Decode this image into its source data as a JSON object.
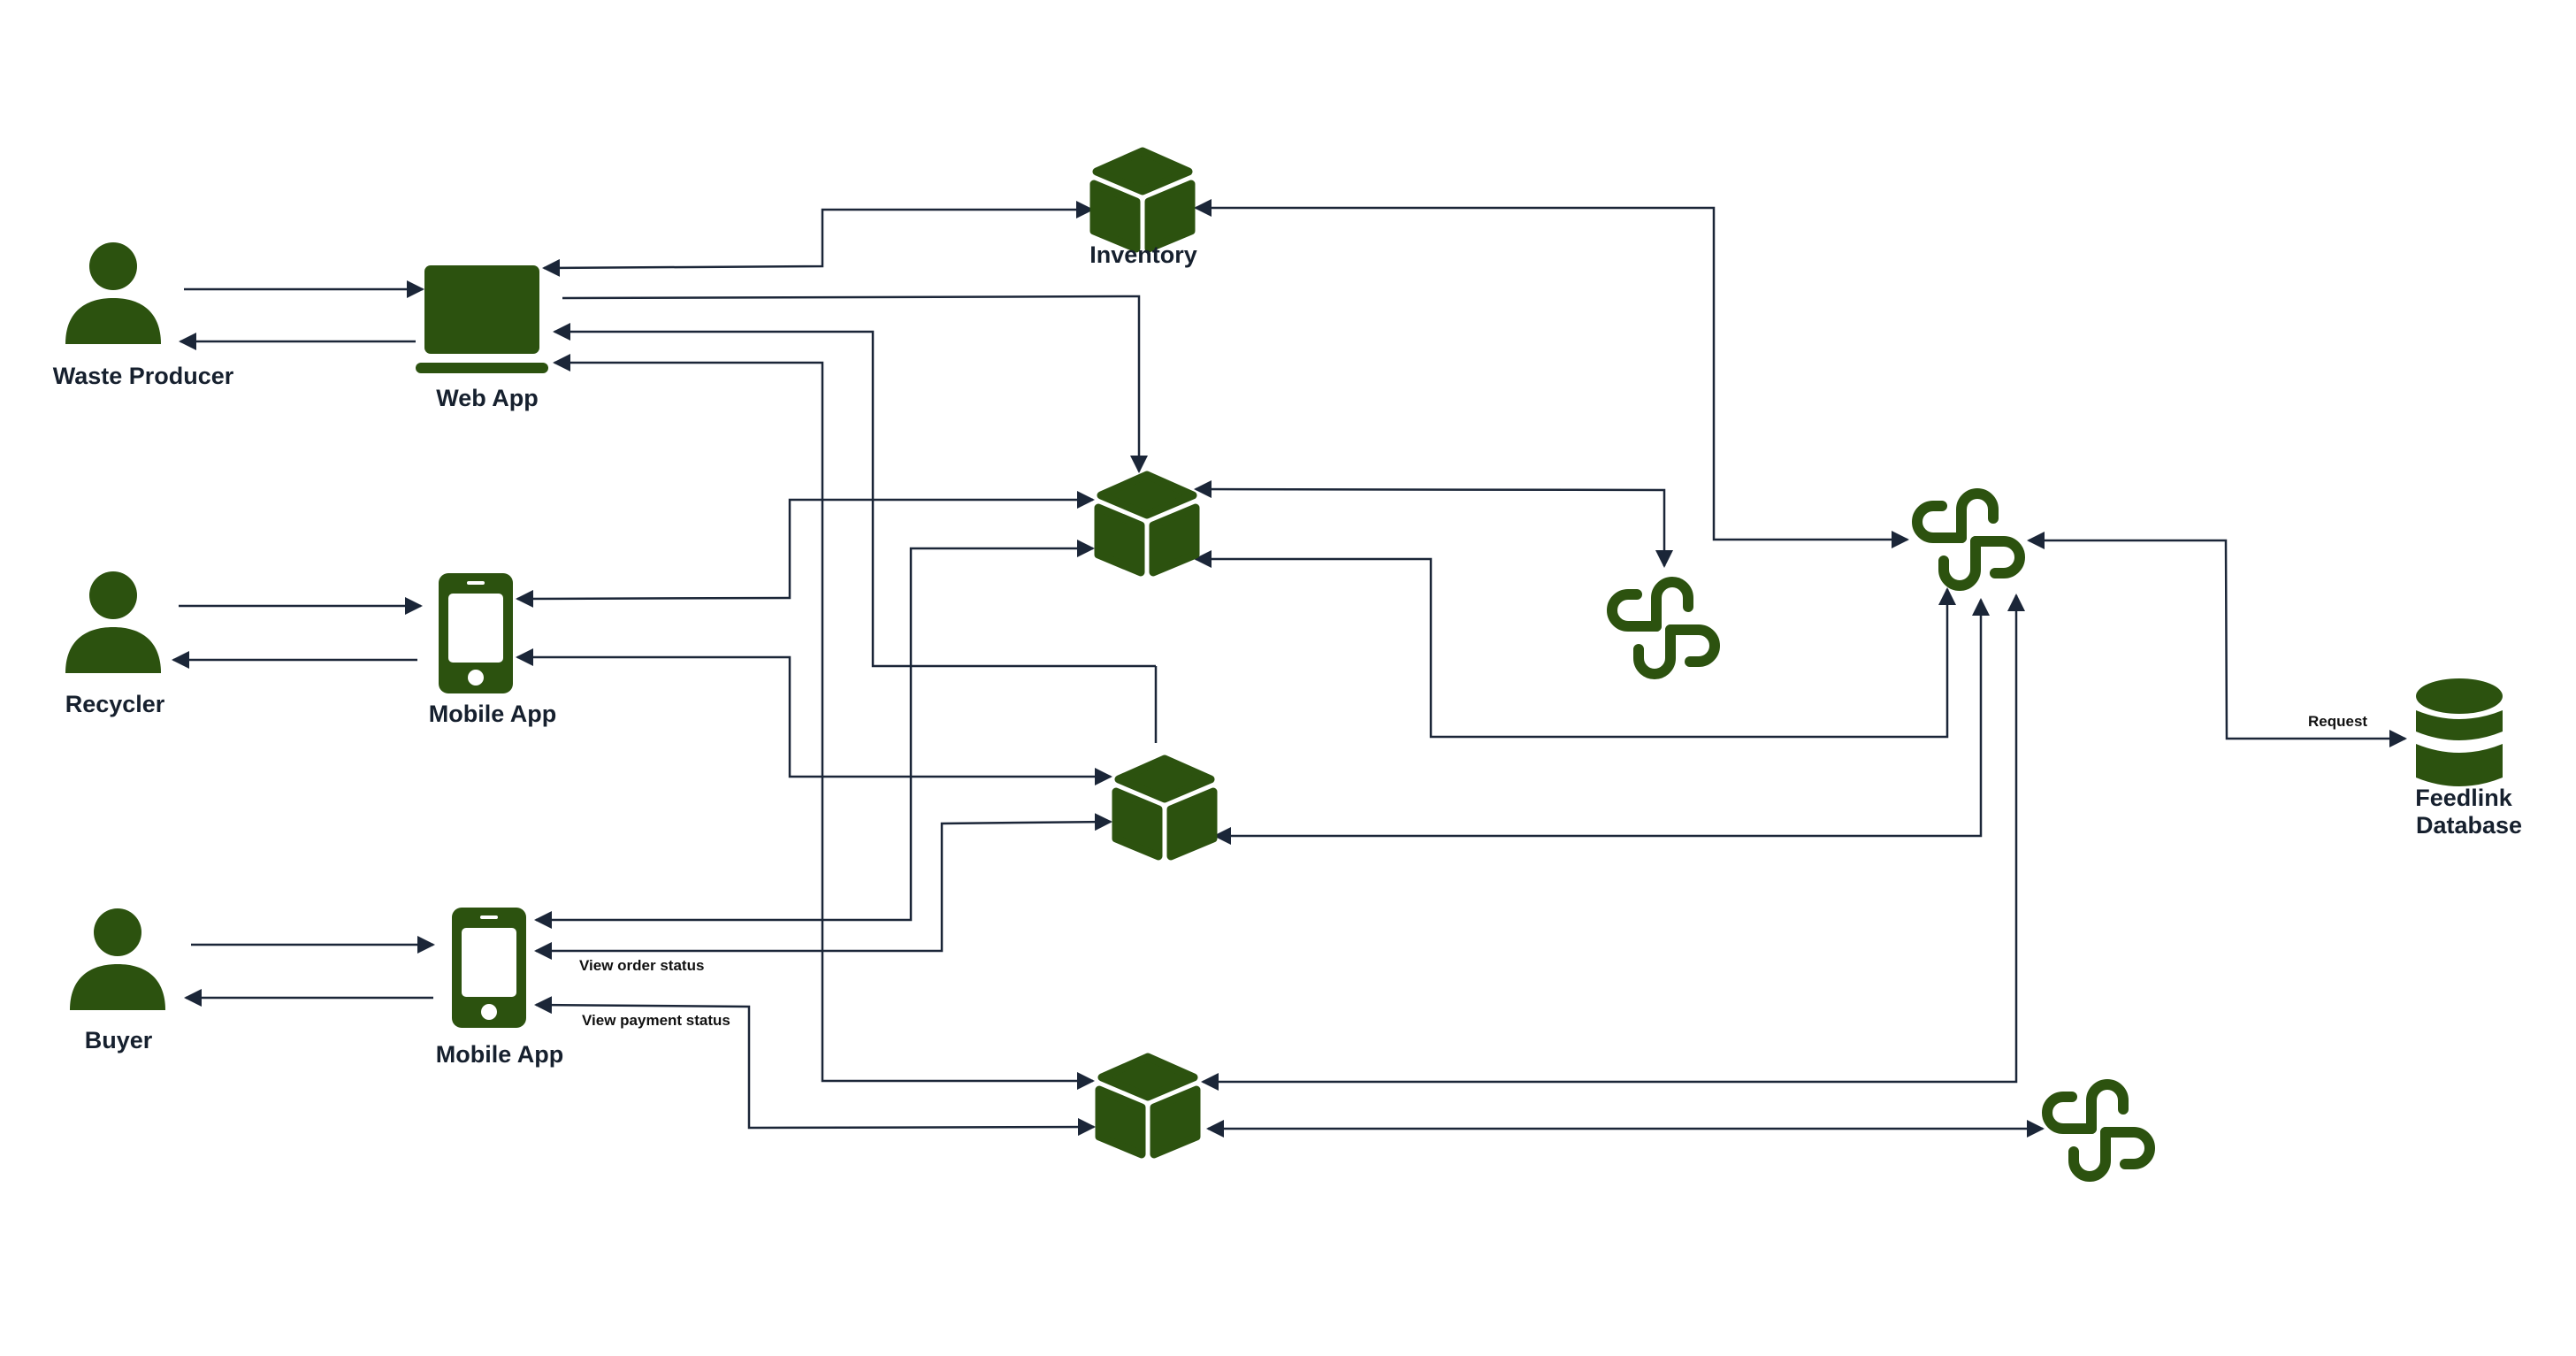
{
  "colors": {
    "icon_green": "#2c520f",
    "arrow": "#1b2638",
    "label": "#16202e",
    "background": "#ffffff"
  },
  "actors": {
    "waste_producer": {
      "label": "Waste Producer",
      "icon": "user-icon"
    },
    "recycler": {
      "label": "Recycler",
      "icon": "user-icon"
    },
    "buyer": {
      "label": "Buyer",
      "icon": "user-icon"
    }
  },
  "clients": {
    "web_app": {
      "label": "Web App",
      "icon": "laptop-icon"
    },
    "recycler_mobile_app": {
      "label": "Mobile App",
      "icon": "smartphone-icon"
    },
    "buyer_mobile_app": {
      "label": "Mobile App",
      "icon": "smartphone-icon"
    }
  },
  "services": {
    "inventory": {
      "label": "Inventory",
      "icon": "cube-icon"
    },
    "service_2": {
      "label": "",
      "icon": "cube-icon"
    },
    "service_3": {
      "label": "",
      "icon": "cube-icon"
    },
    "service_4": {
      "label": "",
      "icon": "cube-icon"
    }
  },
  "connectors": {
    "connector_1": {
      "icon": "link-connector-icon"
    },
    "connector_main": {
      "icon": "link-connector-icon"
    },
    "connector_3": {
      "icon": "link-connector-icon"
    }
  },
  "database": {
    "label_line1": "Feedlink",
    "label_line2": "Database",
    "icon": "database-icon"
  },
  "edge_labels": {
    "request": "Request",
    "view_order_status": "View order status",
    "view_payment_status": "View payment status"
  }
}
